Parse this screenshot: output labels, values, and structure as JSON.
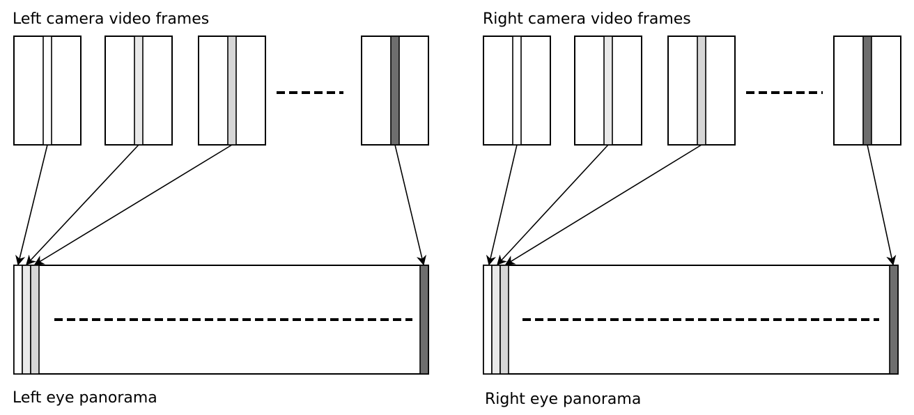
{
  "left": {
    "frames_title": "Left camera video frames",
    "panorama_label": "Left eye panorama"
  },
  "right": {
    "frames_title": "Right camera video frames",
    "panorama_label": "Right eye panorama"
  },
  "strip_colors": [
    "#ffffff",
    "#e9e9e9",
    "#d6d6d6",
    "#6e6e6e"
  ]
}
